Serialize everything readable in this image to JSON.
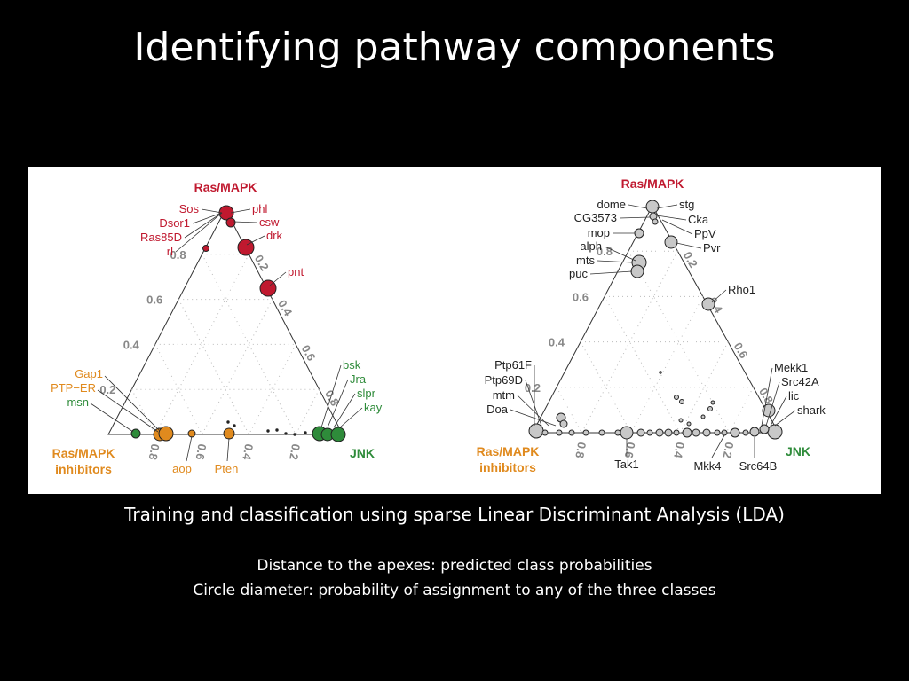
{
  "slide": {
    "title": "Identifying pathway components",
    "caption_main": "Training and classification using sparse Linear Discriminant Analysis (LDA)",
    "caption_line1": "Distance to the apexes: predicted class probabilities",
    "caption_line2": "Circle diameter: probability of assignment to any of the three classes"
  },
  "colors": {
    "ras_mapk": "#c0192f",
    "inhibitors": "#e08a1e",
    "jnk": "#2e8b3a",
    "gray_point": "#c8c8c8",
    "axis": "#555555",
    "tick": "#888888"
  },
  "left_plot": {
    "apex_top": "Ras/MAPK",
    "apex_left_line1": "Ras/MAPK",
    "apex_left_line2": "inhibitors",
    "apex_right": "JNK",
    "ticks_left_edge": [
      "0.8",
      "0.6",
      "0.4",
      "0.2"
    ],
    "ticks_right_edge": [
      "0.2",
      "0.4",
      "0.6",
      "0.8"
    ],
    "ticks_bottom_edge": [
      "0.8",
      "0.6",
      "0.4",
      "0.2"
    ],
    "labels_ras": [
      "Sos",
      "Dsor1",
      "Ras85D",
      "rl",
      "phl",
      "csw",
      "drk",
      "pnt"
    ],
    "labels_inhib": [
      "Gap1",
      "PTP−ER",
      "aop",
      "Pten"
    ],
    "labels_jnk": [
      "msn",
      "bsk",
      "Jra",
      "slpr",
      "kay"
    ]
  },
  "right_plot": {
    "apex_top": "Ras/MAPK",
    "apex_left_line1": "Ras/MAPK",
    "apex_left_line2": "inhibitors",
    "apex_right": "JNK",
    "ticks_left_edge": [
      "0.8",
      "0.6",
      "0.4",
      "0.2"
    ],
    "ticks_right_edge": [
      "0.2",
      "0.4",
      "0.6",
      "0.8"
    ],
    "ticks_bottom_edge": [
      "0.8",
      "0.6",
      "0.4",
      "0.2"
    ],
    "labels": [
      "dome",
      "CG3573",
      "mop",
      "alph",
      "mts",
      "puc",
      "stg",
      "Cka",
      "PpV",
      "Pvr",
      "Rho1",
      "Ptp61F",
      "Ptp69D",
      "mtm",
      "Doa",
      "Mekk1",
      "Src42A",
      "lic",
      "shark",
      "Tak1",
      "Mkk4",
      "Src64B"
    ]
  }
}
